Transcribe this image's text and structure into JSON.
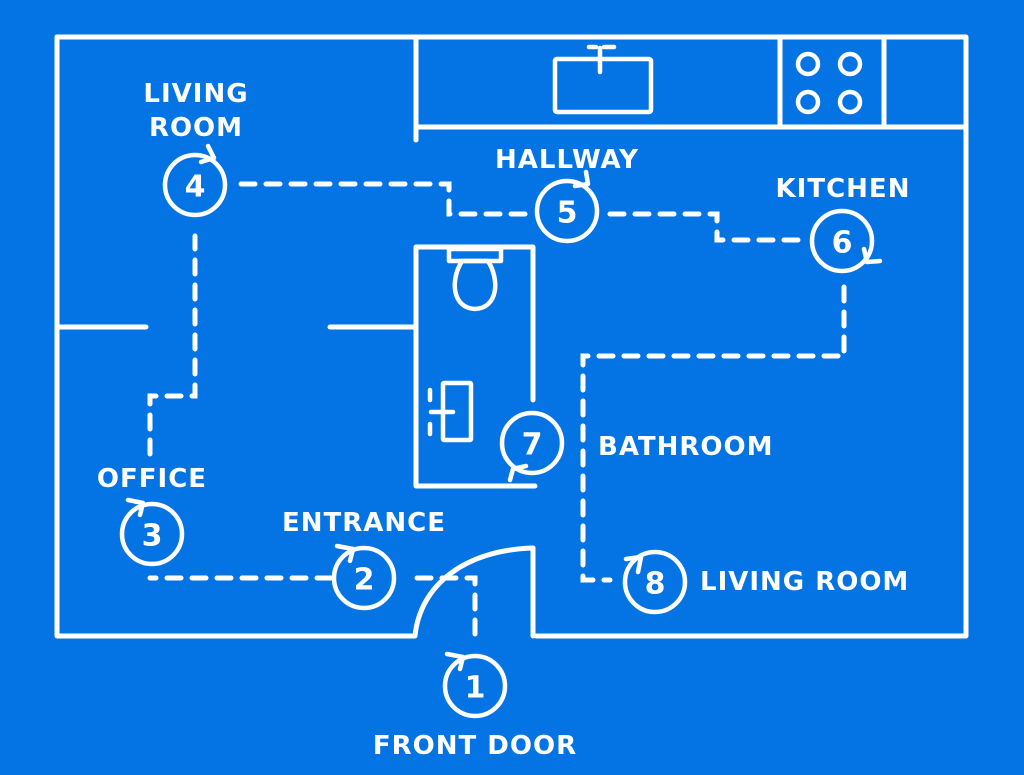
{
  "colors": {
    "background": "#0474e4",
    "line": "#ffffff"
  },
  "stops": [
    {
      "number": "1",
      "label": "FRONT DOOR"
    },
    {
      "number": "2",
      "label": "ENTRANCE"
    },
    {
      "number": "3",
      "label": "OFFICE"
    },
    {
      "number": "4",
      "label_line1": "LIVING",
      "label_line2": "ROOM"
    },
    {
      "number": "5",
      "label": "HALLWAY"
    },
    {
      "number": "6",
      "label": "KITCHEN"
    },
    {
      "number": "7",
      "label": "BATHROOM"
    },
    {
      "number": "8",
      "label": "LIVING ROOM"
    }
  ]
}
